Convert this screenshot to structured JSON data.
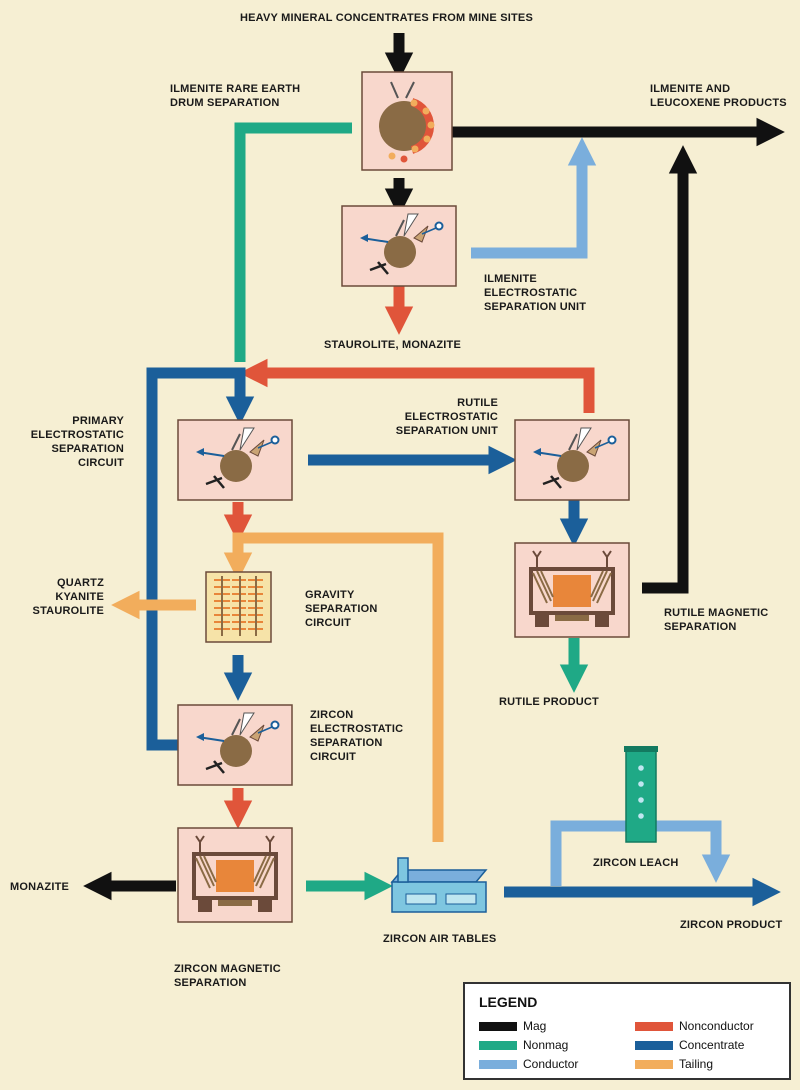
{
  "labels": {
    "heavy_concentrates": "HEAVY MINERAL CONCENTRATES FROM MINE SITES",
    "ilmenite_drum_1": "ILMENITE RARE EARTH",
    "ilmenite_drum_2": "DRUM SEPARATION",
    "ilmenite_leuco_1": "ILMENITE AND",
    "ilmenite_leuco_2": "LEUCOXENE PRODUCTS",
    "ilm_es_1": "ILMENITE",
    "ilm_es_2": "ELECTROSTATIC",
    "ilm_es_3": "SEPARATION UNIT",
    "staurolite_monazite": "STAUROLITE, MONAZITE",
    "primary_1": "PRIMARY",
    "primary_2": "ELECTROSTATIC",
    "primary_3": "SEPARATION",
    "primary_4": "CIRCUIT",
    "rutile_es_1": "RUTILE",
    "rutile_es_2": "ELECTROSTATIC",
    "rutile_es_3": "SEPARATION UNIT",
    "quartz_1": "QUARTZ",
    "quartz_2": "KYANITE",
    "quartz_3": "STAUROLITE",
    "gravity_1": "GRAVITY",
    "gravity_2": "SEPARATION",
    "gravity_3": "CIRCUIT",
    "rutile_mag_1": "RUTILE MAGNETIC",
    "rutile_mag_2": "SEPARATION",
    "rutile_product": "RUTILE PRODUCT",
    "zircon_es_1": "ZIRCON",
    "zircon_es_2": "ELECTROSTATIC",
    "zircon_es_3": "SEPARATION",
    "zircon_es_4": "CIRCUIT",
    "zircon_leach": "ZIRCON LEACH",
    "monazite": "MONAZITE",
    "zircon_air_tables": "ZIRCON AIR TABLES",
    "zircon_product": "ZIRCON PRODUCT",
    "zircon_mag_1": "ZIRCON MAGNETIC",
    "zircon_mag_2": "SEPARATION"
  },
  "legend": {
    "title": "LEGEND",
    "items": [
      {
        "label": "Mag",
        "color": "#111111"
      },
      {
        "label": "Nonmag",
        "color": "#1fa986"
      },
      {
        "label": "Conductor",
        "color": "#7aaedc"
      },
      {
        "label": "Nonconductor",
        "color": "#e0553a"
      },
      {
        "label": "Concentrate",
        "color": "#1b5f9a"
      },
      {
        "label": "Tailing",
        "color": "#f2ad5c"
      }
    ]
  }
}
